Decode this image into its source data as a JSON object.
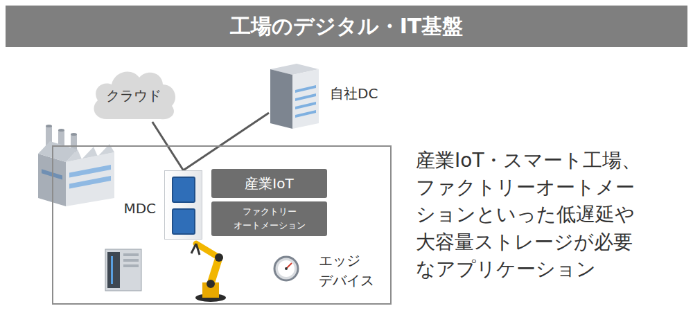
{
  "diagram": {
    "title": "工場のデジタル・IT基盤",
    "nodes": [
      {
        "text": [
          "クラウド"
        ]
      },
      {
        "text": [
          "自社DC"
        ]
      },
      {
        "text": [
          "エッジ デバイス"
        ]
      },
      {
        "text": [
          "MDC"
        ],
        "in": 2
      },
      {
        "text": [
          "産業IoT"
        ],
        "in": 2
      },
      {
        "text": [
          "ファクトリー オートメーション"
        ],
        "in": 2
      }
    ],
    "edges": [
      {
        "from": 0,
        "to": 3,
        "arrow": "none"
      },
      {
        "from": 1,
        "to": 3,
        "arrow": "none"
      }
    ],
    "labels": [
      "産業IoT・スマート工場、 ファクトリーオートメー ションといった低遅延や 大容量ストレージが必要 なアプリケーション"
    ]
  }
}
